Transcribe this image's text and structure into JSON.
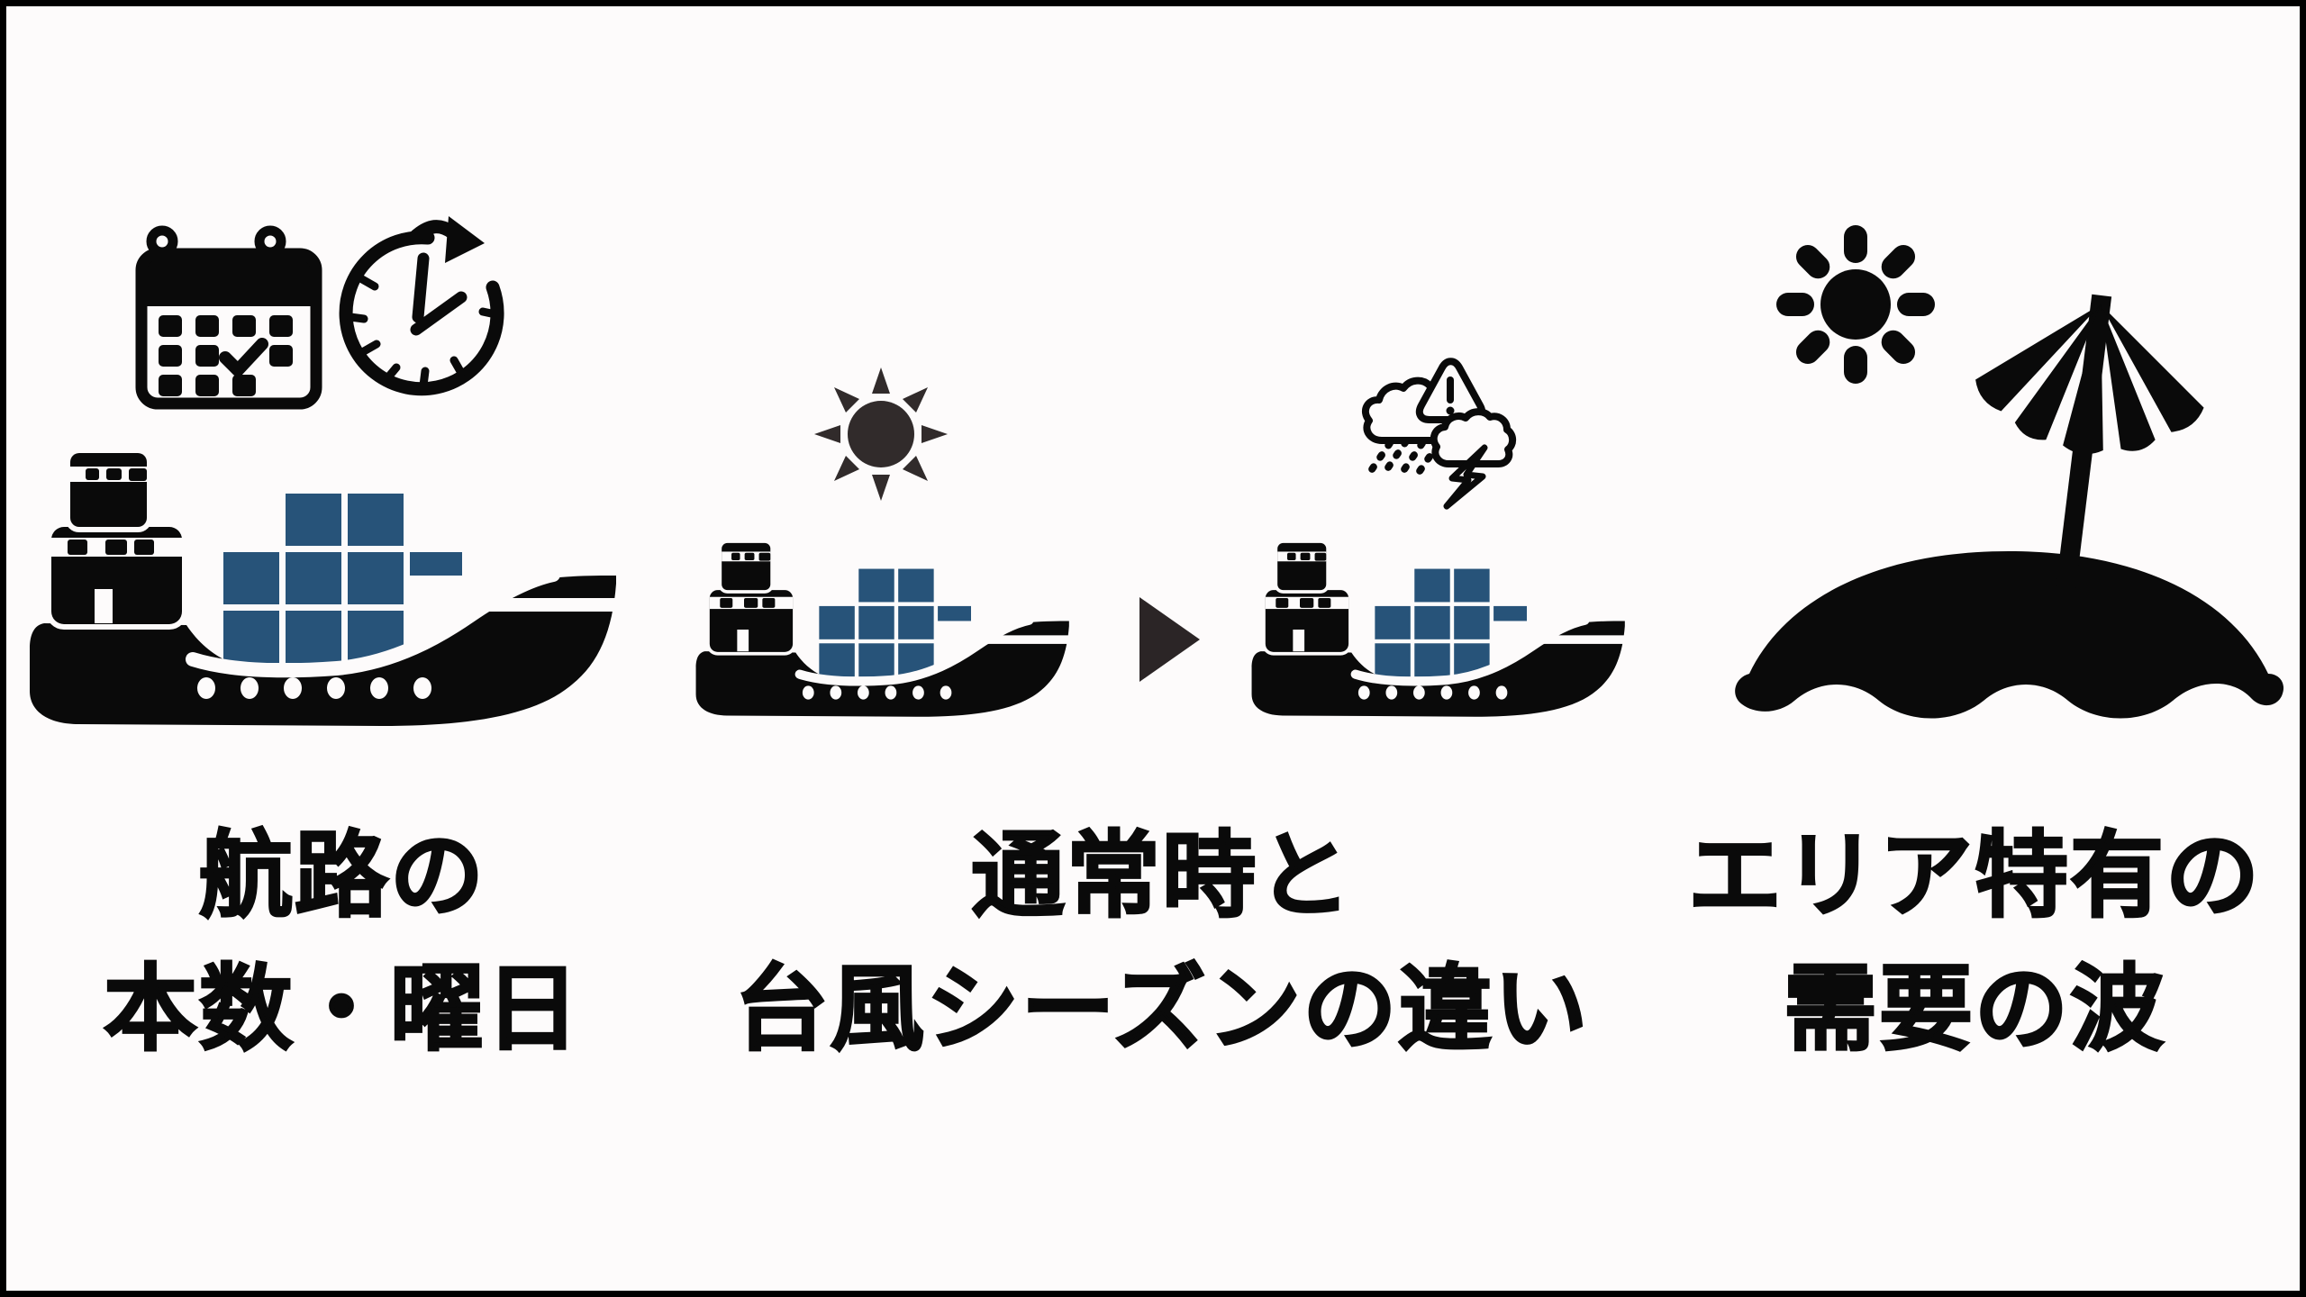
{
  "title": "ferry-shipping-seasonality-infographic",
  "colors": {
    "background": "#FDFBFB",
    "border": "#000000",
    "ink": "#0A0A0A",
    "container_blue": "#275379",
    "sun_dark": "#312B2B",
    "arrow_dark": "#2B2526"
  },
  "panels": [
    {
      "id": "routes",
      "icons": [
        "calendar-check-icon",
        "clock-icon",
        "container-ship-icon"
      ],
      "caption_lines": [
        "航路の",
        "本数・曜日"
      ]
    },
    {
      "id": "typhoon-season",
      "icons": [
        "sun-icon",
        "container-ship-icon",
        "arrow-right-icon",
        "storm-warning-icon",
        "container-ship-icon"
      ],
      "caption_lines": [
        "通常時と",
        "台風シーズンの違い"
      ]
    },
    {
      "id": "area-demand",
      "icons": [
        "sun-icon",
        "beach-umbrella-island-icon"
      ],
      "caption_lines": [
        "エリア特有の",
        "需要の波"
      ]
    }
  ]
}
